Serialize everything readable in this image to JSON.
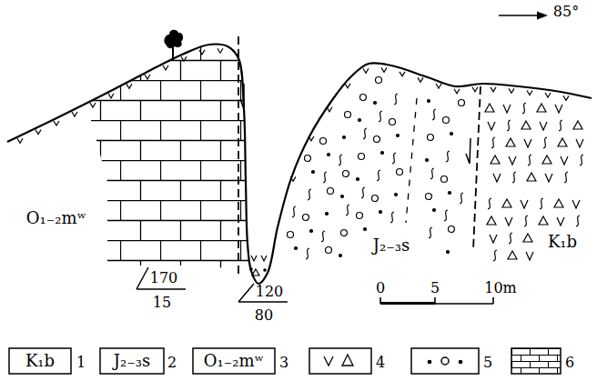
{
  "diagram": {
    "labels": [
      "85°",
      "O₁₋₂mʷ",
      "170",
      "15",
      "120",
      "80",
      "J₂₋₃s",
      "K₁b",
      "0",
      "5",
      "10m",
      "K₁b",
      "J₂₋₃s",
      "O₁₋₂mʷ"
    ],
    "legend": [
      {
        "text": "1"
      },
      {
        "text": "2"
      },
      {
        "text": "3"
      },
      {
        "text": "4"
      },
      {
        "text": "5"
      },
      {
        "text": "6"
      }
    ]
  }
}
